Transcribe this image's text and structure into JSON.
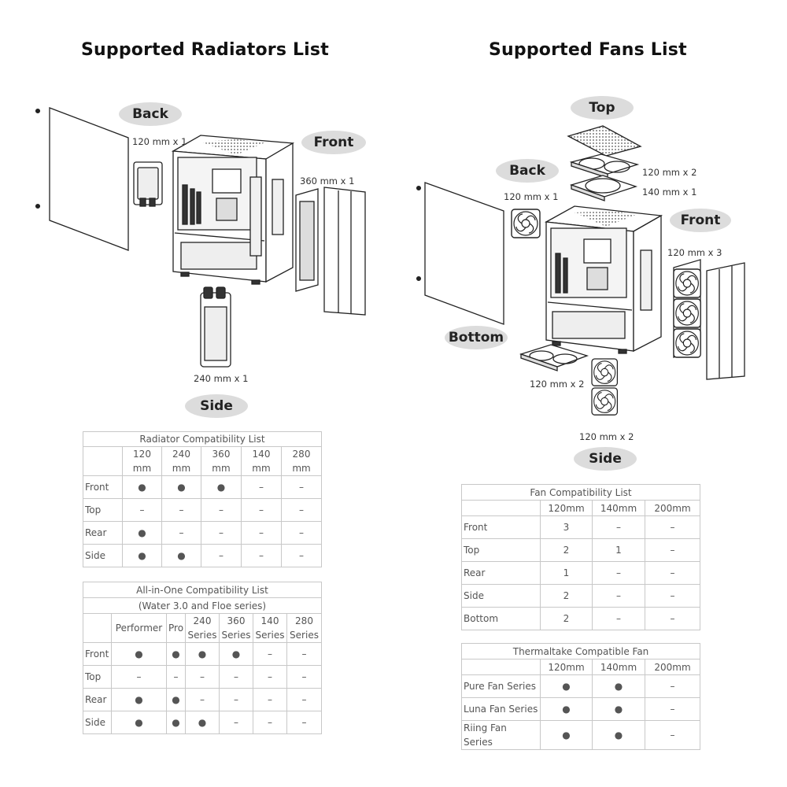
{
  "radiators": {
    "title": "Supported Radiators List",
    "positions": {
      "back": "Back",
      "front": "Front",
      "side": "Side"
    },
    "sizes": {
      "back": "120 mm x 1",
      "front": "360 mm x 1",
      "side": "240 mm x 1"
    }
  },
  "fans": {
    "title": "Supported Fans List",
    "positions": {
      "top": "Top",
      "back": "Back",
      "front": "Front",
      "bottom": "Bottom",
      "side": "Side"
    },
    "sizes": {
      "top1": "120 mm x 2",
      "top2": "140 mm x 1",
      "back": "120 mm x 1",
      "front": "120 mm x 3",
      "bottom": "120 mm x 2",
      "side": "120 mm x 2"
    }
  },
  "radiator_table": {
    "caption": "Radiator Compatibility List",
    "columns": [
      [
        "120",
        "mm"
      ],
      [
        "240",
        "mm"
      ],
      [
        "360",
        "mm"
      ],
      [
        "140",
        "mm"
      ],
      [
        "280",
        "mm"
      ]
    ],
    "rows": [
      {
        "label": "Front",
        "cells": [
          "●",
          "●",
          "●",
          "–",
          "–"
        ]
      },
      {
        "label": "Top",
        "cells": [
          "–",
          "–",
          "–",
          "–",
          "–"
        ]
      },
      {
        "label": "Rear",
        "cells": [
          "●",
          "–",
          "–",
          "–",
          "–"
        ]
      },
      {
        "label": "Side",
        "cells": [
          "●",
          "●",
          "–",
          "–",
          "–"
        ]
      }
    ]
  },
  "aio_table": {
    "caption1": "All-in-One Compatibility List",
    "caption2": "(Water 3.0 and Floe series)",
    "columns": [
      [
        "Performer",
        ""
      ],
      [
        "Pro",
        ""
      ],
      [
        "240",
        "Series"
      ],
      [
        "360",
        "Series"
      ],
      [
        "140",
        "Series"
      ],
      [
        "280",
        "Series"
      ]
    ],
    "rows": [
      {
        "label": "Front",
        "cells": [
          "●",
          "●",
          "●",
          "●",
          "–",
          "–"
        ]
      },
      {
        "label": "Top",
        "cells": [
          "–",
          "–",
          "–",
          "–",
          "–",
          "–"
        ]
      },
      {
        "label": "Rear",
        "cells": [
          "●",
          "●",
          "–",
          "–",
          "–",
          "–"
        ]
      },
      {
        "label": "Side",
        "cells": [
          "●",
          "●",
          "●",
          "–",
          "–",
          "–"
        ]
      }
    ]
  },
  "fan_table": {
    "caption": "Fan Compatibility List",
    "columns": [
      "120mm",
      "140mm",
      "200mm"
    ],
    "rows": [
      {
        "label": "Front",
        "cells": [
          "3",
          "–",
          "–"
        ]
      },
      {
        "label": "Top",
        "cells": [
          "2",
          "1",
          "–"
        ]
      },
      {
        "label": "Rear",
        "cells": [
          "1",
          "–",
          "–"
        ]
      },
      {
        "label": "Side",
        "cells": [
          "2",
          "–",
          "–"
        ]
      },
      {
        "label": "Bottom",
        "cells": [
          "2",
          "–",
          "–"
        ]
      }
    ]
  },
  "tt_table": {
    "caption": "Thermaltake Compatible Fan",
    "columns": [
      "120mm",
      "140mm",
      "200mm"
    ],
    "rows": [
      {
        "label": "Pure Fan Series",
        "cells": [
          "●",
          "●",
          "–"
        ]
      },
      {
        "label": "Luna Fan Series",
        "cells": [
          "●",
          "●",
          "–"
        ]
      },
      {
        "label": "Riing Fan Series",
        "cells": [
          "●",
          "●",
          "–"
        ]
      }
    ]
  }
}
